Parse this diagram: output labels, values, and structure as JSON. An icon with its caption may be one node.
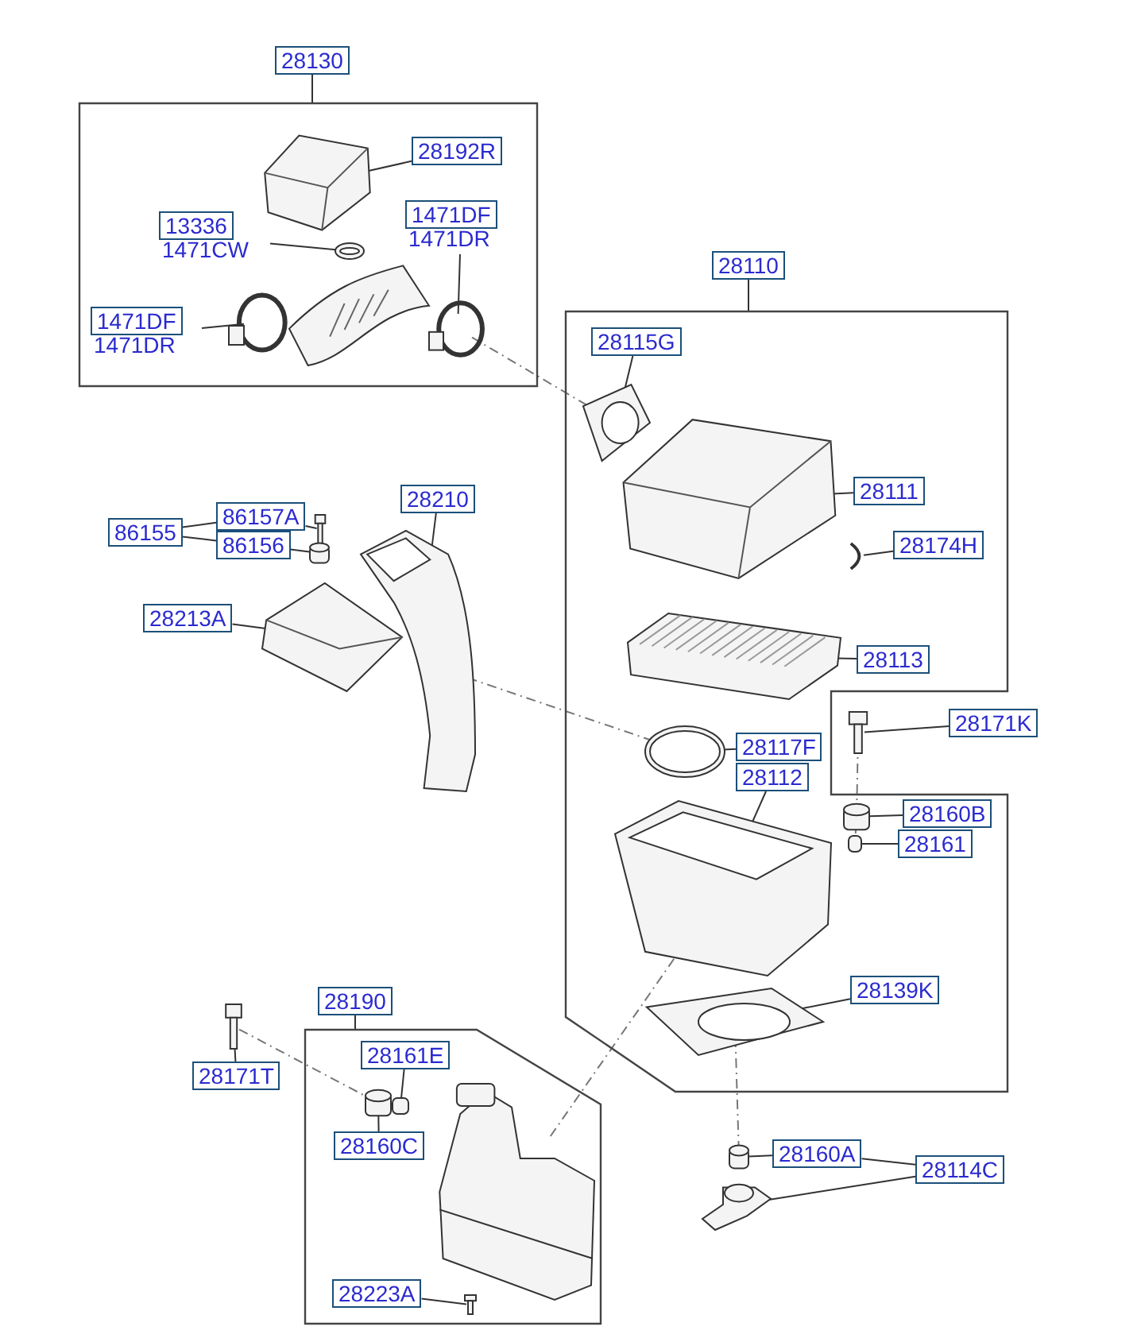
{
  "diagram": {
    "nodes": [
      {
        "text": [],
        "shape": "box"
      },
      {
        "text": [
          "28192R"
        ],
        "in": 0
      },
      {
        "text": [],
        "shape": "picture",
        "in": 0
      },
      {
        "text": [
          "13336",
          "1471CW"
        ],
        "in": 0
      },
      {
        "text": [],
        "shape": "picture",
        "in": 0
      },
      {
        "text": [
          "1471DF",
          "1471DR"
        ],
        "in": 0
      },
      {
        "text": [],
        "shape": "circle",
        "in": 0
      },
      {
        "text": [
          "1471DF",
          "1471DR"
        ],
        "in": 0
      },
      {
        "text": [],
        "shape": "circle",
        "in": 0
      },
      {
        "text": [],
        "shape": "picture",
        "in": 0
      },
      {
        "text": [],
        "shape": "box"
      },
      {
        "text": [
          "28115G"
        ],
        "in": 10
      },
      {
        "text": [],
        "shape": "picture",
        "in": 10
      },
      {
        "text": [
          "28111"
        ],
        "in": 10
      },
      {
        "text": [],
        "shape": "picture",
        "in": 10
      },
      {
        "text": [
          "28174H"
        ],
        "in": 10
      },
      {
        "text": [],
        "shape": "picture",
        "in": 10
      },
      {
        "text": [
          "28113"
        ],
        "in": 10
      },
      {
        "text": [],
        "shape": "picture",
        "in": 10
      },
      {
        "text": [
          "28117F"
        ],
        "in": 10
      },
      {
        "text": [],
        "shape": "picture",
        "in": 10
      },
      {
        "text": [
          "28112"
        ],
        "in": 10
      },
      {
        "text": [],
        "shape": "picture",
        "in": 10
      },
      {
        "text": [
          "28139K"
        ],
        "in": 10
      },
      {
        "text": [],
        "shape": "picture",
        "in": 10
      },
      {
        "text": [
          "28171K"
        ]
      },
      {
        "text": [],
        "shape": "picture"
      },
      {
        "text": [
          "28160B"
        ],
        "in": 10
      },
      {
        "text": [],
        "shape": "cylinder",
        "in": 10
      },
      {
        "text": [
          "28161"
        ],
        "in": 10
      },
      {
        "text": [],
        "shape": "box",
        "in": 10
      },
      {
        "text": [
          "86155"
        ]
      },
      {
        "text": [
          "86157A"
        ]
      },
      {
        "text": [
          "86156"
        ]
      },
      {
        "text": [],
        "shape": "picture"
      },
      {
        "text": [],
        "shape": "cylinder"
      },
      {
        "text": [
          "28210"
        ]
      },
      {
        "text": [],
        "shape": "picture"
      },
      {
        "text": [
          "28213A"
        ]
      },
      {
        "text": [],
        "shape": "picture"
      },
      {
        "text": [],
        "shape": "box"
      },
      {
        "text": [
          "28161E"
        ],
        "in": 40
      },
      {
        "text": [],
        "shape": "box",
        "in": 40
      },
      {
        "text": [
          "28160C"
        ],
        "in": 40
      },
      {
        "text": [],
        "shape": "cylinder",
        "in": 40
      },
      {
        "text": [],
        "shape": "picture",
        "in": 40
      },
      {
        "text": [
          "28223A"
        ],
        "in": 40
      },
      {
        "text": [],
        "shape": "picture",
        "in": 40
      },
      {
        "text": [
          "28171T"
        ]
      },
      {
        "text": [],
        "shape": "picture"
      },
      {
        "text": [
          "28160A"
        ]
      },
      {
        "text": [],
        "shape": "cylinder"
      },
      {
        "text": [
          "28114C"
        ]
      },
      {
        "text": [],
        "shape": "picture"
      },
      {
        "text": [
          "28130"
        ]
      },
      {
        "text": [
          "28110"
        ]
      },
      {
        "text": [
          "28190"
        ]
      }
    ],
    "edges": [
      {
        "from": 1,
        "to": 2,
        "arrow": "none"
      },
      {
        "from": 3,
        "to": 4,
        "arrow": "none"
      },
      {
        "from": 5,
        "to": 6,
        "arrow": "none"
      },
      {
        "from": 7,
        "to": 8,
        "arrow": "none"
      },
      {
        "from": 11,
        "to": 12,
        "arrow": "none"
      },
      {
        "from": 13,
        "to": 14,
        "arrow": "none"
      },
      {
        "from": 15,
        "to": 16,
        "arrow": "none"
      },
      {
        "from": 17,
        "to": 18,
        "arrow": "none"
      },
      {
        "from": 19,
        "to": 20,
        "arrow": "none"
      },
      {
        "from": 21,
        "to": 22,
        "arrow": "none"
      },
      {
        "from": 23,
        "to": 24,
        "arrow": "none"
      },
      {
        "from": 25,
        "to": 26,
        "arrow": "none"
      },
      {
        "from": 27,
        "to": 28,
        "arrow": "none"
      },
      {
        "from": 29,
        "to": 30,
        "arrow": "none"
      },
      {
        "from": 31,
        "to": 32,
        "arrow": "none"
      },
      {
        "from": 31,
        "to": 33,
        "arrow": "none"
      },
      {
        "from": 32,
        "to": 34,
        "arrow": "none"
      },
      {
        "from": 33,
        "to": 35,
        "arrow": "none"
      },
      {
        "from": 36,
        "to": 37,
        "arrow": "none"
      },
      {
        "from": 38,
        "to": 39,
        "arrow": "none"
      },
      {
        "from": 41,
        "to": 42,
        "arrow": "none"
      },
      {
        "from": 43,
        "to": 44,
        "arrow": "none"
      },
      {
        "from": 46,
        "to": 47,
        "arrow": "none"
      },
      {
        "from": 48,
        "to": 49,
        "arrow": "none"
      },
      {
        "from": 50,
        "to": 51,
        "arrow": "none"
      },
      {
        "from": 52,
        "to": 50,
        "arrow": "none"
      },
      {
        "from": 52,
        "to": 53,
        "arrow": "none"
      },
      {
        "from": 8,
        "to": 12,
        "arrow": "none",
        "style": "dashed"
      },
      {
        "from": 37,
        "to": 20,
        "arrow": "none",
        "style": "dashed"
      },
      {
        "from": 26,
        "to": 28,
        "arrow": "none",
        "style": "dashed"
      },
      {
        "from": 28,
        "to": 30,
        "arrow": "none",
        "style": "dashed"
      },
      {
        "from": 49,
        "to": 44,
        "arrow": "none",
        "style": "dashed"
      },
      {
        "from": 45,
        "to": 22,
        "arrow": "none",
        "style": "dashed"
      },
      {
        "from": 51,
        "to": 24,
        "arrow": "none",
        "style": "dashed"
      },
      {
        "from": 54,
        "to": 0,
        "arrow": "none"
      },
      {
        "from": 55,
        "to": 10,
        "arrow": "none"
      },
      {
        "from": 56,
        "to": 40,
        "arrow": "none"
      }
    ]
  }
}
